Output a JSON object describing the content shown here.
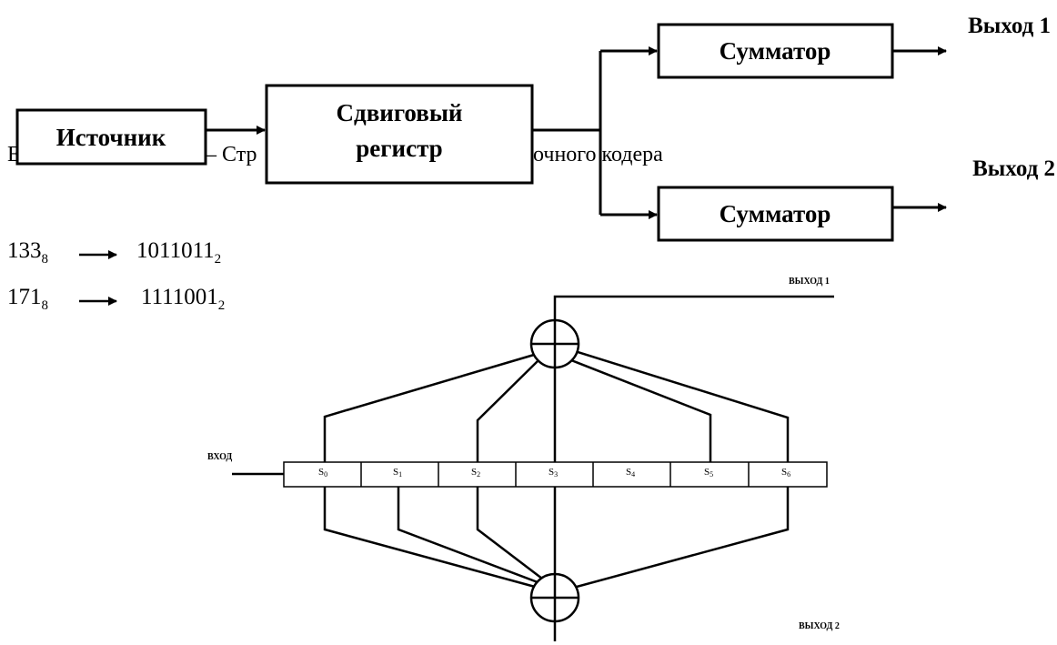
{
  "block_diagram": {
    "source": "Источник",
    "register_line1": "Сдвиговый",
    "register_line2": "регистр",
    "adder_top": "Сумматор",
    "adder_bottom": "Сумматор",
    "output1": "Выход 1",
    "output2": "Выход 2"
  },
  "caption_fragments": {
    "left": "Е",
    "mid": "– Стр",
    "right": "очного кодера"
  },
  "generators": [
    {
      "octal": "133",
      "octal_base": "8",
      "binary": "1011011",
      "binary_base": "2"
    },
    {
      "octal": "171",
      "octal_base": "8",
      "binary": "1111001",
      "binary_base": "2"
    }
  ],
  "encoder": {
    "input_label": "ВХОД",
    "output1_label": "ВЫХОД 1",
    "output2_label": "ВЫХОД 2",
    "cells": [
      {
        "name": "S",
        "sub": "0"
      },
      {
        "name": "S",
        "sub": "1"
      },
      {
        "name": "S",
        "sub": "2"
      },
      {
        "name": "S",
        "sub": "3"
      },
      {
        "name": "S",
        "sub": "4"
      },
      {
        "name": "S",
        "sub": "5"
      },
      {
        "name": "S",
        "sub": "6"
      }
    ]
  }
}
